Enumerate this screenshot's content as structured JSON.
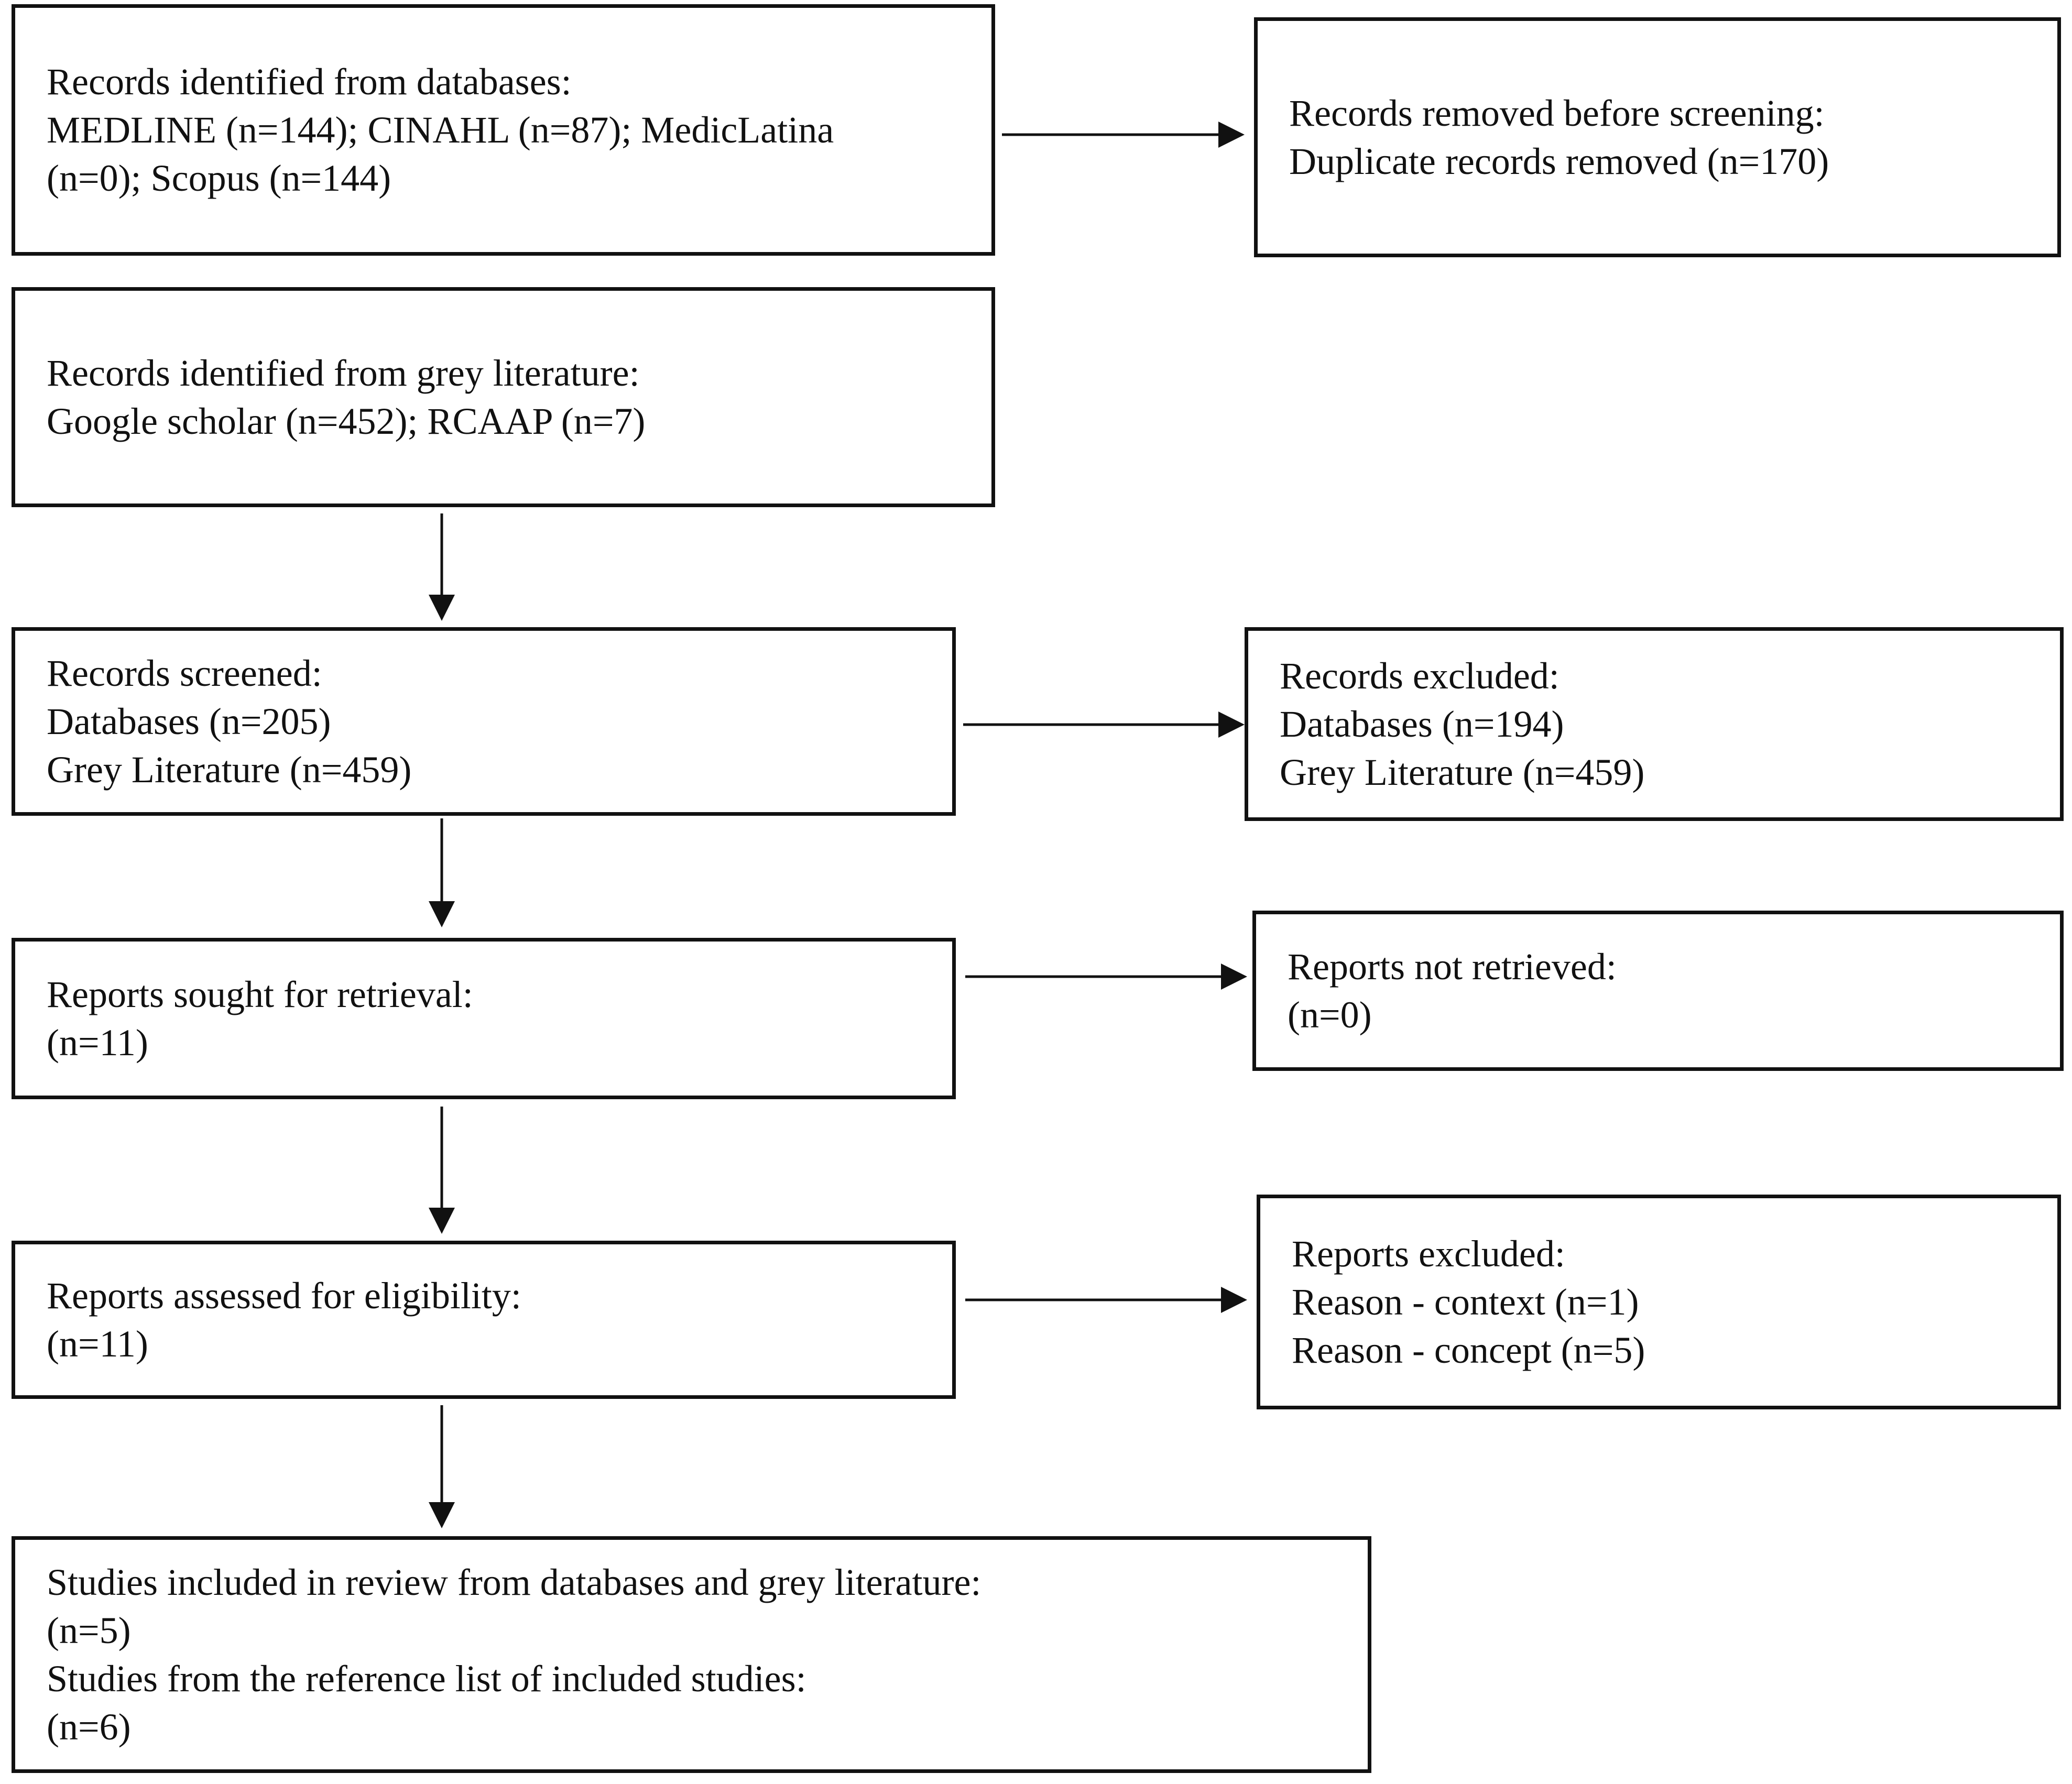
{
  "boxes": {
    "identified_databases": {
      "lines": [
        "Records identified from databases:",
        "MEDLINE (n=144); CINAHL (n=87); MedicLatina",
        "(n=0); Scopus (n=144)"
      ]
    },
    "removed_before_screening": {
      "lines": [
        "Records removed before screening:",
        "Duplicate records removed (n=170)"
      ]
    },
    "identified_grey": {
      "lines": [
        "Records identified from grey literature:",
        "Google scholar (n=452); RCAAP (n=7)"
      ]
    },
    "screened": {
      "lines": [
        "Records screened:",
        "Databases (n=205)",
        "Grey Literature (n=459)"
      ]
    },
    "excluded": {
      "lines": [
        "Records excluded:",
        "Databases (n=194)",
        "Grey Literature (n=459)"
      ]
    },
    "sought": {
      "lines": [
        "Reports sought for retrieval:",
        "(n=11)"
      ]
    },
    "not_retrieved": {
      "lines": [
        "Reports not retrieved:",
        "(n=0)"
      ]
    },
    "assessed": {
      "lines": [
        "Reports assessed for eligibility:",
        "(n=11)"
      ]
    },
    "reports_excluded": {
      "lines": [
        "Reports excluded:",
        "Reason - context (n=1)",
        "Reason - concept (n=5)"
      ]
    },
    "included": {
      "lines": [
        "Studies included in review from databases and grey literature:",
        "(n=5)",
        "Studies from the reference list of included studies:",
        "(n=6)"
      ]
    }
  },
  "colors": {
    "stroke": "#111111",
    "background": "#ffffff"
  }
}
